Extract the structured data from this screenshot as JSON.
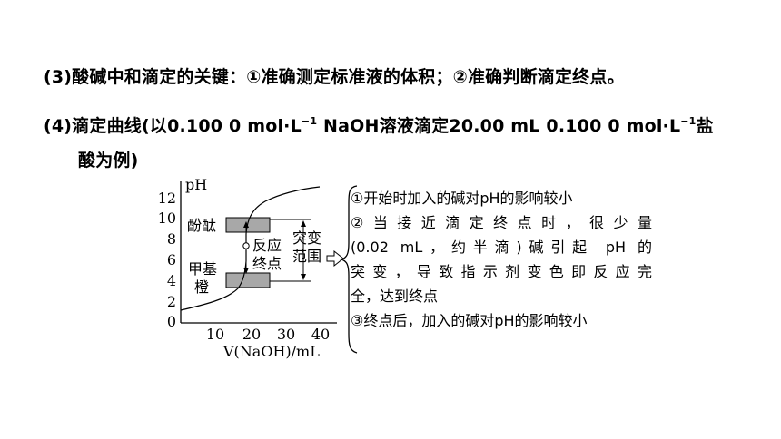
{
  "text": {
    "line1": "(3)酸碱中和滴定的关键：①准确测定标准液的体积；②准确判断滴定终点。",
    "line2_a": "(4)滴定曲线(以0.100 0 mol·L",
    "line2_sup1": "−1",
    "line2_b": " NaOH溶液滴定20.00 mL 0.100 0 mol·L",
    "line2_sup2": "−1",
    "line2_c": "盐",
    "line3": "酸为例)"
  },
  "figure": {
    "y_axis_label": "pH",
    "y_ticks": [
      "12",
      "10",
      "8",
      "6",
      "4",
      "2",
      "0"
    ],
    "x_ticks": [
      "10",
      "20",
      "30",
      "40"
    ],
    "x_axis_label": "V(NaOH)/mL",
    "label_phenolphthalein": "酚酞",
    "label_methyl_orange_1": "甲基",
    "label_methyl_orange_2": "橙",
    "label_endpoint_1": "反应",
    "label_endpoint_2": "终点",
    "label_jump_1": "突变",
    "label_jump_2": "范围",
    "phenolphthalein_range": [
      8.2,
      10.0
    ],
    "methyl_orange_range": [
      3.1,
      4.4
    ],
    "jump_range": [
      4.3,
      9.7
    ]
  },
  "notes": [
    "①开始时加入的碱对pH的影响较小",
    "② 当 接 近 滴 定 终 点 时 ， 很 少 量",
    "(0.02 mL，约半滴)碱引起 pH 的",
    "突变，导致指示剂变色即反应完",
    "全，达到终点",
    "③终点后，加入的碱对pH的影响较小"
  ]
}
